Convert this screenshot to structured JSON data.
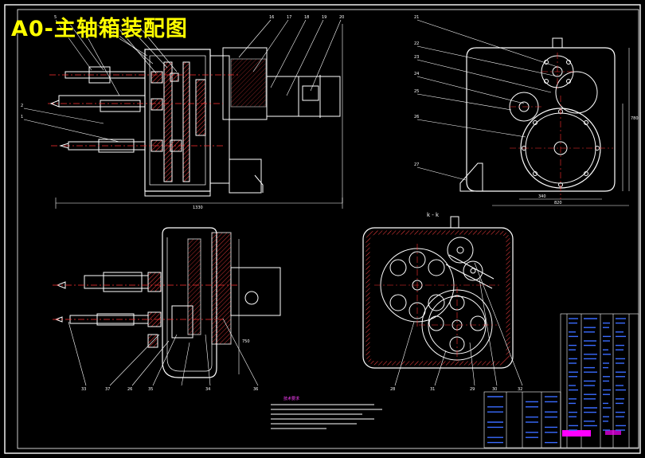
{
  "drawing": {
    "title": "A0-主轴箱装配图",
    "section_label": "k - k",
    "tech_requirements_heading": "技术要求",
    "tech_requirements_lines": [
      "",
      "",
      "",
      "",
      "",
      ""
    ],
    "callouts": {
      "front_top": [
        "5",
        "",
        "",
        "",
        "",
        "",
        "",
        "",
        "16",
        "17",
        "18",
        "19",
        "20"
      ],
      "side_top": [
        "21",
        "22",
        "23",
        "24",
        "25",
        "26"
      ],
      "side_left_low": "27",
      "front_left": [
        "2",
        "1"
      ],
      "plan_bottom": [
        "33",
        "37",
        "26",
        "35",
        "",
        "34",
        "36"
      ],
      "kk_bottom": [
        "28",
        "31",
        "29",
        "30",
        "32"
      ]
    },
    "dimensions": {
      "front_width": "1330",
      "side_w1": "340",
      "side_w2": "820",
      "side_h": "780",
      "plan_h": "750"
    }
  },
  "colors": {
    "background": "#000000",
    "frame": "#ffffff",
    "title": "#ffff00",
    "hatch": "#ff4040",
    "dim": "#ffffff",
    "callout": "#ffffff",
    "center": "#ff3030",
    "table_text": "#3a6bff",
    "table_highlight": "#ff00ff"
  }
}
